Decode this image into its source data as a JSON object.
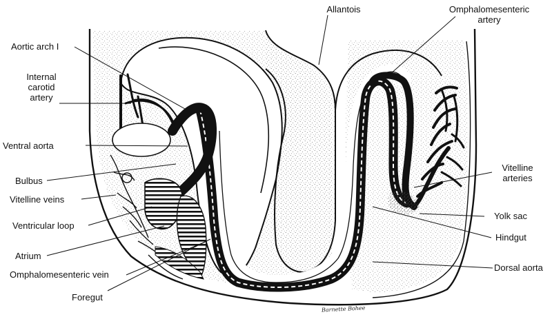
{
  "labels": {
    "allantois": "Allantois",
    "omphalomesenteric_artery": "Omphalomesenteric\nartery",
    "aortic_arch": "Aortic arch I",
    "internal_carotid": "Internal\ncarotid\nartery",
    "ventral_aorta": "Ventral aorta",
    "bulbus": "Bulbus",
    "vitelline_veins": "Vitelline veins",
    "ventricular_loop": "Ventricular loop",
    "atrium": "Atrium",
    "omphalomesenteric_vein": "Omphalomesenteric vein",
    "foregut": "Foregut",
    "vitelline_arteries": "Vitelline\narteries",
    "yolk_sac": "Yolk sac",
    "hindgut": "Hindgut",
    "dorsal_aorta": "Dorsal aorta"
  },
  "signature": "Barnette Bohee",
  "colors": {
    "ink": "#111111",
    "paper": "#ffffff",
    "stipple": "#9a9a9a"
  }
}
